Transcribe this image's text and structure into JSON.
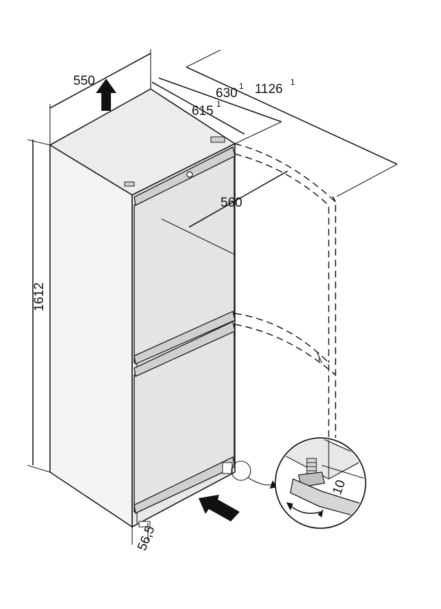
{
  "dimensions": {
    "width": "550",
    "depth_open": "630",
    "depth_open_sup": "1",
    "depth_total": "1126",
    "depth_total_sup": "1",
    "depth": "615",
    "depth_sup": "1",
    "door_width": "560",
    "height": "1612",
    "foot_offset": "56,5",
    "wrench_size": "10"
  },
  "colors": {
    "fridge_top": "#ececec",
    "fridge_side": "#f4f4f4",
    "fridge_front": "#e6e6e6",
    "handle": "#d0d0d0",
    "arrow": "#111111"
  },
  "icons": [
    "up-arrow-icon",
    "airflow-arrow-icon",
    "rotate-arrow-icon",
    "wrench-icon"
  ]
}
